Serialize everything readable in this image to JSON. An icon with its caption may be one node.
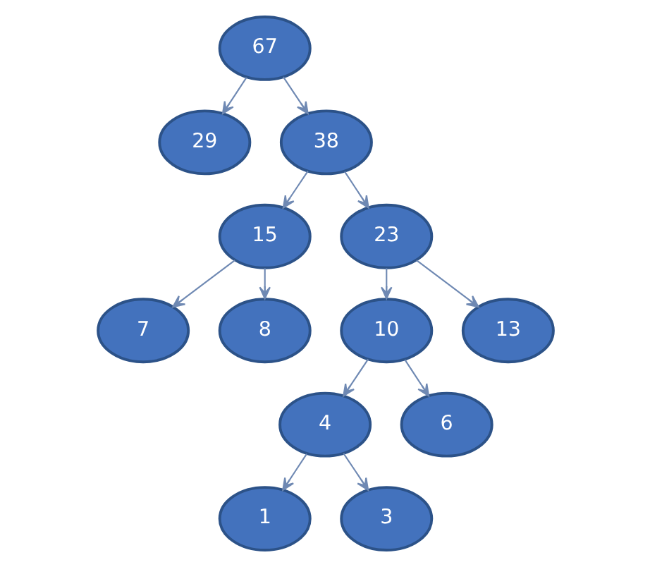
{
  "diagram": {
    "nodes": [
      {
        "text": [
          "67"
        ]
      },
      {
        "text": [
          "29"
        ]
      },
      {
        "text": [
          "38"
        ]
      },
      {
        "text": [
          "15"
        ]
      },
      {
        "text": [
          "23"
        ]
      },
      {
        "text": [
          "7"
        ]
      },
      {
        "text": [
          "8"
        ]
      },
      {
        "text": [
          "10"
        ]
      },
      {
        "text": [
          "13"
        ]
      },
      {
        "text": [
          "4"
        ]
      },
      {
        "text": [
          "6"
        ]
      },
      {
        "text": [
          "1"
        ]
      },
      {
        "text": [
          "3"
        ]
      }
    ],
    "edges": [
      {
        "from": 0,
        "to": 1,
        "arrow": "to"
      },
      {
        "from": 0,
        "to": 2,
        "arrow": "to"
      },
      {
        "from": 2,
        "to": 3,
        "arrow": "to"
      },
      {
        "from": 2,
        "to": 4,
        "arrow": "to"
      },
      {
        "from": 3,
        "to": 5,
        "arrow": "to"
      },
      {
        "from": 3,
        "to": 6,
        "arrow": "to"
      },
      {
        "from": 4,
        "to": 7,
        "arrow": "to"
      },
      {
        "from": 4,
        "to": 8,
        "arrow": "to"
      },
      {
        "from": 7,
        "to": 9,
        "arrow": "to"
      },
      {
        "from": 7,
        "to": 10,
        "arrow": "to"
      },
      {
        "from": 9,
        "to": 11,
        "arrow": "to"
      },
      {
        "from": 9,
        "to": 12,
        "arrow": "to"
      }
    ]
  }
}
